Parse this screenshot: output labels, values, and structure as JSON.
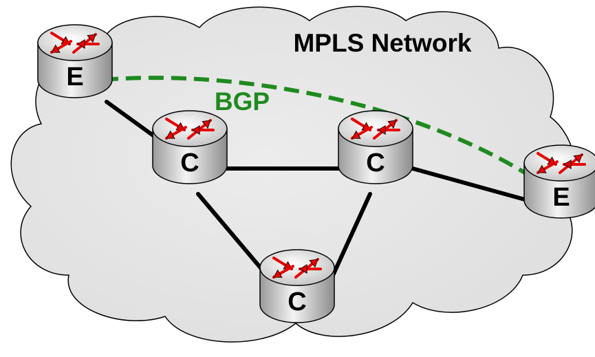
{
  "diagram": {
    "title": "MPLS Network",
    "session_label": "BGP",
    "session_color": "#1f8a1f",
    "link_color": "#000000",
    "cloud_fill": "#e6e6e6",
    "router_body_color": "#dcdcdc",
    "router_arrow_color": "#e60000",
    "routers": [
      {
        "id": "edge-left",
        "label": "E",
        "role": "edge"
      },
      {
        "id": "core-1",
        "label": "C",
        "role": "core"
      },
      {
        "id": "core-2",
        "label": "C",
        "role": "core"
      },
      {
        "id": "core-3",
        "label": "C",
        "role": "core"
      },
      {
        "id": "edge-right",
        "label": "E",
        "role": "edge"
      }
    ],
    "links": [
      {
        "from": "edge-left",
        "to": "core-1"
      },
      {
        "from": "core-1",
        "to": "core-2"
      },
      {
        "from": "core-1",
        "to": "core-3"
      },
      {
        "from": "core-2",
        "to": "core-3"
      },
      {
        "from": "core-2",
        "to": "edge-right"
      }
    ],
    "sessions": [
      {
        "from": "edge-left",
        "to": "edge-right",
        "label": "BGP",
        "style": "dashed"
      }
    ]
  }
}
